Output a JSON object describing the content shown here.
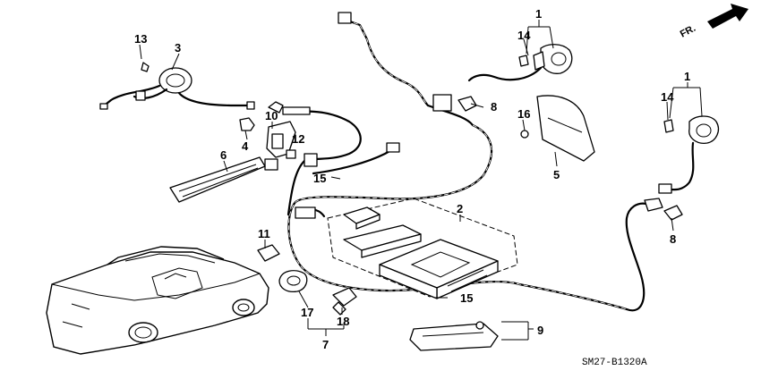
{
  "diagram": {
    "front_marker": "FR.",
    "drawing_code": "SM27-B1320A",
    "callouts": {
      "c1a": "1",
      "c1b": "1",
      "c2": "2",
      "c3": "3",
      "c4": "4",
      "c5": "5",
      "c6": "6",
      "c7": "7",
      "c8a": "8",
      "c8b": "8",
      "c9": "9",
      "c10": "10",
      "c11": "11",
      "c12": "12",
      "c13": "13",
      "c14a": "14",
      "c14b": "14",
      "c15a": "15",
      "c15b": "15",
      "c16": "16",
      "c17": "17",
      "c18": "18"
    },
    "icons": [
      "front-direction-arrow-icon"
    ]
  }
}
